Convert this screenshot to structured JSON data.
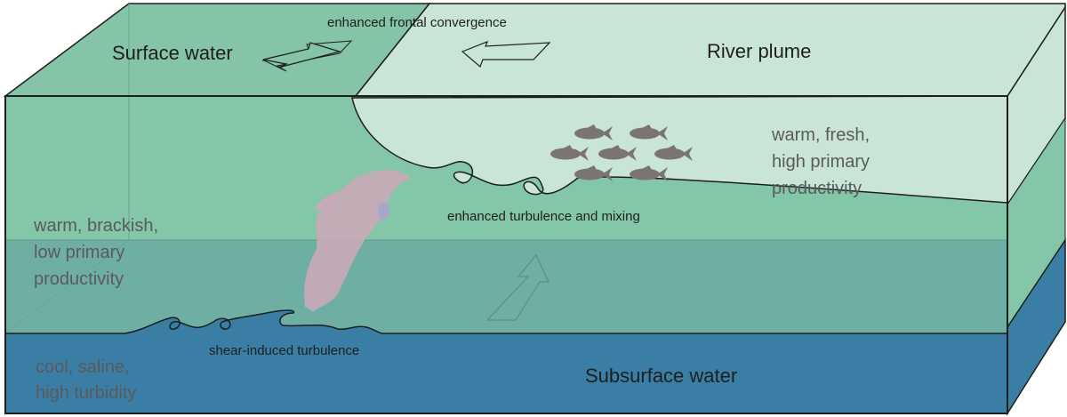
{
  "title": "River plume frontal dynamics diagram",
  "labels": {
    "surface_water": "Surface water",
    "river_plume": "River plume",
    "frontal_convergence": "enhanced frontal convergence",
    "turbulence_mixing": "enhanced turbulence and mixing",
    "shear_turbulence": "shear-induced turbulence",
    "subsurface_water": "Subsurface water"
  },
  "descriptions": {
    "surface_left": [
      "warm, brackish,",
      "low primary",
      "productivity"
    ],
    "plume_right": [
      "warm, fresh,",
      "high primary",
      "productivity"
    ],
    "subsurface": [
      "cool, saline,",
      "high turbidity"
    ]
  },
  "icons": {
    "fish_count": 7,
    "animal": "dolphin"
  },
  "colors": {
    "surface_top": "#85c4a7",
    "surface_front": "#84c6a8",
    "plume_top": "#c9e5d8",
    "middle_layer": "#6fafa3",
    "subsurface": "#3a7ea6",
    "fish": "#7a7472",
    "dolphin": "#c9aab8"
  }
}
